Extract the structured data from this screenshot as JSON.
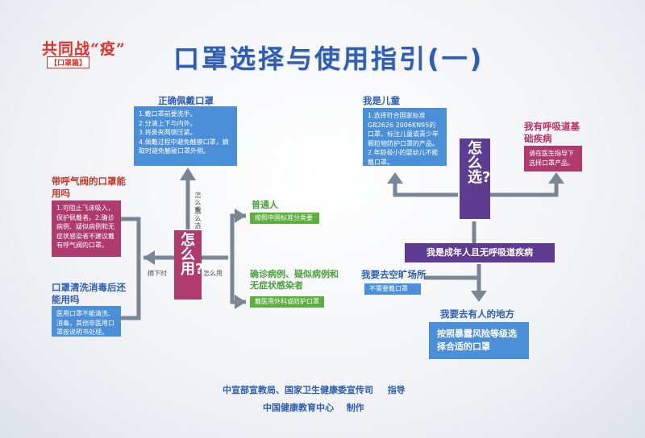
{
  "logo": {
    "main": "共同战“疫”",
    "sub": "【口罩篇】"
  },
  "title": "口罩选择与使用指引(一)",
  "left": {
    "center_label": "怎么用?",
    "correct_wear": {
      "label": "正确佩戴口罩",
      "steps": [
        "1.戴口罩前要洗手。",
        "2.分清上下与内外。",
        "3.将鼻夹两侧压紧。",
        "4.佩戴过程中避免触摸口罩，摘取时避免触碰口罩外侧。"
      ]
    },
    "how_wear": "怎么戴",
    "how_choose": "怎么选",
    "how_use": "怎么用",
    "how_take_off": "摘下时",
    "valve_mask": {
      "label": "带呼气阀的口罩能用吗",
      "text": "1.可阻止飞沫吸入，保护佩戴者。2.确诊病例、疑似病例和无症状感染者不建议戴有呼气阀的口罩。"
    },
    "disinfect": {
      "label": "口罩清洗消毒后还能用吗",
      "text": "医用口罩不能清洗、消毒，其他非医用口罩按说明书处理。"
    },
    "ordinary": {
      "label": "普通人",
      "text": "按照中国标准分类要求"
    },
    "patients": {
      "label": "确诊病例、疑似病例和无症状感染者",
      "text": "戴医用外科或防护口罩"
    }
  },
  "right": {
    "center_label": "怎么选?",
    "child": {
      "label": "我是儿童",
      "text": "1.选择符合国家标准GB2626 2006KN95的口罩，标注儿童或青少年颗粒物防护口罩的产品。2.年龄极小的婴幼儿不能戴口罩。"
    },
    "respiratory": {
      "label": "我有呼吸道基础疾病",
      "text": "请在医生指导下选择口罩产品。"
    },
    "adult": "我是成年人且无呼吸道疾病",
    "open_place": {
      "label": "我要去空旷场所",
      "text": "不需要戴口罩"
    },
    "crowded": {
      "label": "我要去有人的地方",
      "text": "按照暴露风险等级选择合适的口罩"
    }
  },
  "footer": {
    "line1_org": "中宣部宣教局、国家卫生健康委宣传司",
    "line1_action": "指导",
    "line2_org": "中国健康教育中心",
    "line2_action": "制作"
  },
  "colors": {
    "blue": "#4a8fd8",
    "magenta": "#ae3a6e",
    "green": "#5cae3e",
    "purple": "#5d3c91",
    "title": "#2f5eb0",
    "arrow": "#7a8692"
  }
}
